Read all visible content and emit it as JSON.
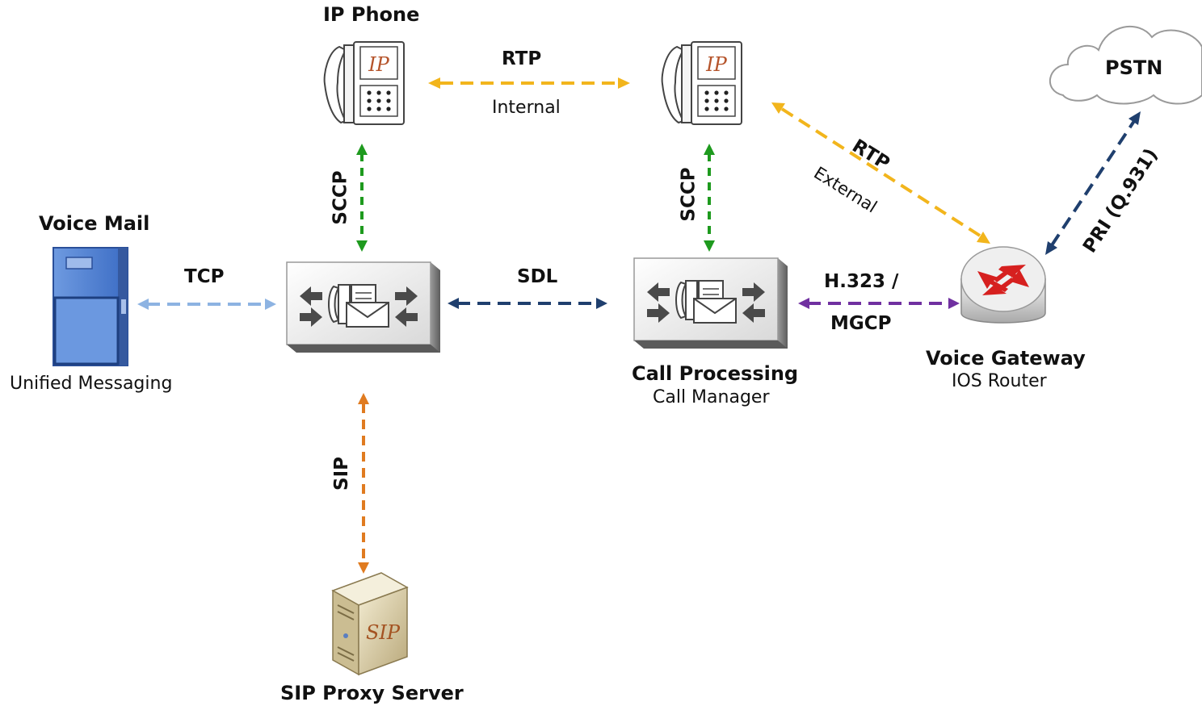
{
  "nodes": {
    "ip_phone_title": "IP Phone",
    "phone_logo": "IP",
    "voice_mail_title": "Voice Mail",
    "voice_mail_sub": "Unified Messaging",
    "call_processing_title": "Call Processing",
    "call_processing_sub": "Call Manager",
    "voice_gateway_title": "Voice Gateway",
    "voice_gateway_sub": "IOS Router",
    "pstn": "PSTN",
    "sip_server_title": "SIP Proxy Server",
    "sip_server_logo": "SIP"
  },
  "links": {
    "rtp_internal": "RTP",
    "rtp_internal_sub": "Internal",
    "rtp_external": "RTP",
    "rtp_external_sub": "External",
    "sccp_left": "SCCP",
    "sccp_right": "SCCP",
    "tcp": "TCP",
    "sdl": "SDL",
    "h323": "H.323 /",
    "mgcp": "MGCP",
    "pri": "PRI (Q.931)",
    "sip": "SIP"
  },
  "colors": {
    "rtp": "#f2b51c",
    "sccp": "#1e9a1e",
    "tcp": "#8db3e2",
    "sdl": "#1f3f6e",
    "h323": "#7030a0",
    "pri": "#1f3f6e",
    "sip": "#e07b20"
  }
}
